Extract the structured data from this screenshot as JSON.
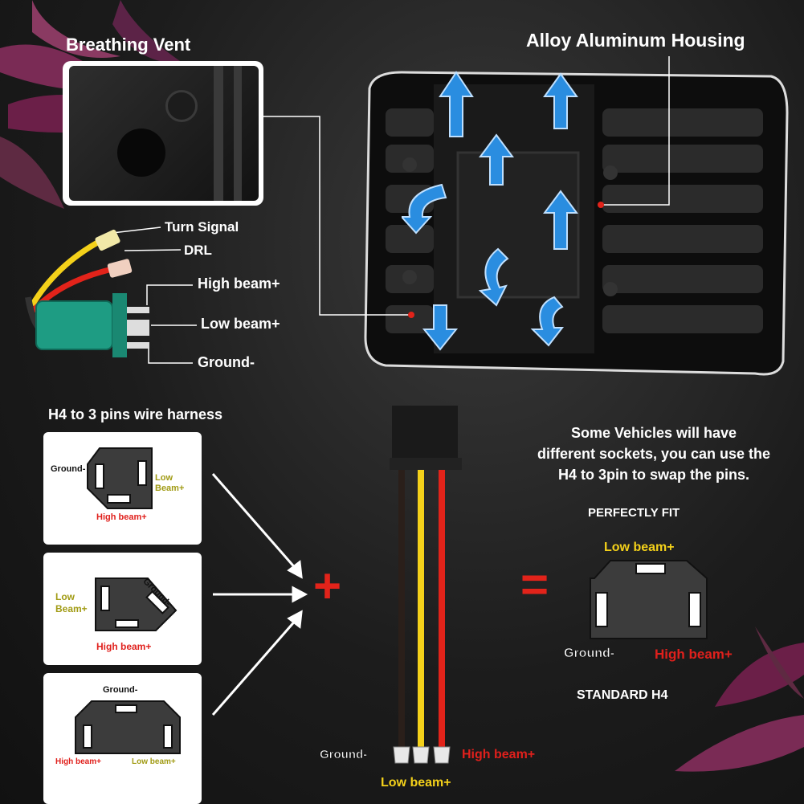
{
  "top": {
    "vent_label": "Breathing Vent",
    "housing_label": "Alloy Aluminum Housing",
    "wires": {
      "turn_signal": "Turn Signal",
      "drl": "DRL",
      "high_beam": "High beam+",
      "low_beam": "Low beam+",
      "ground": "Ground-"
    }
  },
  "bottom": {
    "harness_title": "H4 to 3 pins wire harness",
    "card1": {
      "ground": "Ground-",
      "low": "Low\nBeam+",
      "high": "High beam+"
    },
    "card2": {
      "ground": "Ground-",
      "low": "Low\nBeam+",
      "high": "High beam+"
    },
    "card3": {
      "ground": "Ground-",
      "high": "High beam+",
      "low": "Low beam+"
    },
    "plus_symbol": "+",
    "equals_symbol": "=",
    "note": "Some Vehicles will have\ndifferent sockets, you can use the\nH4 to 3pin to swap the pins.",
    "perfectly_fit": "PERFECTLY FIT",
    "result": {
      "low": "Low beam+",
      "ground": "Ground-",
      "high": "High beam+"
    },
    "standard": "STANDARD H4",
    "connector_pins": {
      "ground": "Ground-",
      "high": "High beam+",
      "low": "Low beam+"
    }
  },
  "colors": {
    "wire_black": "#2a1f1a",
    "wire_yellow": "#f4d11a",
    "wire_red": "#e2231a",
    "label_red": "#e0201c",
    "label_olive": "#a19b14",
    "accent_blue": "#2a8de0",
    "connector_green": "#1e9c83"
  }
}
